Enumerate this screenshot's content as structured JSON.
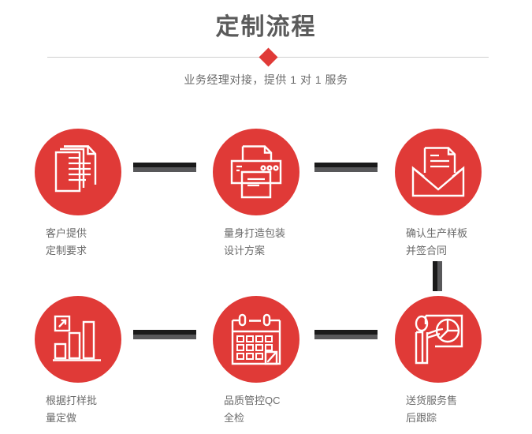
{
  "header": {
    "title": "定制流程",
    "subtitle": "业务经理对接，提供 1 对 1 服务",
    "divider_icon": "red-diamond"
  },
  "colors": {
    "accent_red": "#e03a37",
    "title_gray": "#5b5b5b",
    "label_gray": "#6a6a6a",
    "divider_gray": "#cfcfcf",
    "connector_dark": "#1a1a1a",
    "connector_gray": "#58585a"
  },
  "steps": [
    {
      "index": 1,
      "icon": "documents-stack-icon",
      "label": "客户提供\n定制要求"
    },
    {
      "index": 2,
      "icon": "printer-icon",
      "label": "量身打造包装\n设计方案"
    },
    {
      "index": 3,
      "icon": "envelope-letter-icon",
      "label": "确认生产样板\n并签合同"
    },
    {
      "index": 4,
      "icon": "bar-chart-growth-icon",
      "label": "根据打样批\n量定做"
    },
    {
      "index": 5,
      "icon": "calendar-check-icon",
      "label": "品质管控QC\n全检"
    },
    {
      "index": 6,
      "icon": "presenter-pie-chart-icon",
      "label": "送货服务售\n后跟踪"
    }
  ],
  "connectors": [
    {
      "name": "connector-step1-step2",
      "orientation": "horizontal"
    },
    {
      "name": "connector-step2-step3",
      "orientation": "horizontal"
    },
    {
      "name": "connector-step3-step6",
      "orientation": "vertical"
    },
    {
      "name": "connector-step4-step5",
      "orientation": "horizontal"
    },
    {
      "name": "connector-step5-step6",
      "orientation": "horizontal"
    }
  ]
}
